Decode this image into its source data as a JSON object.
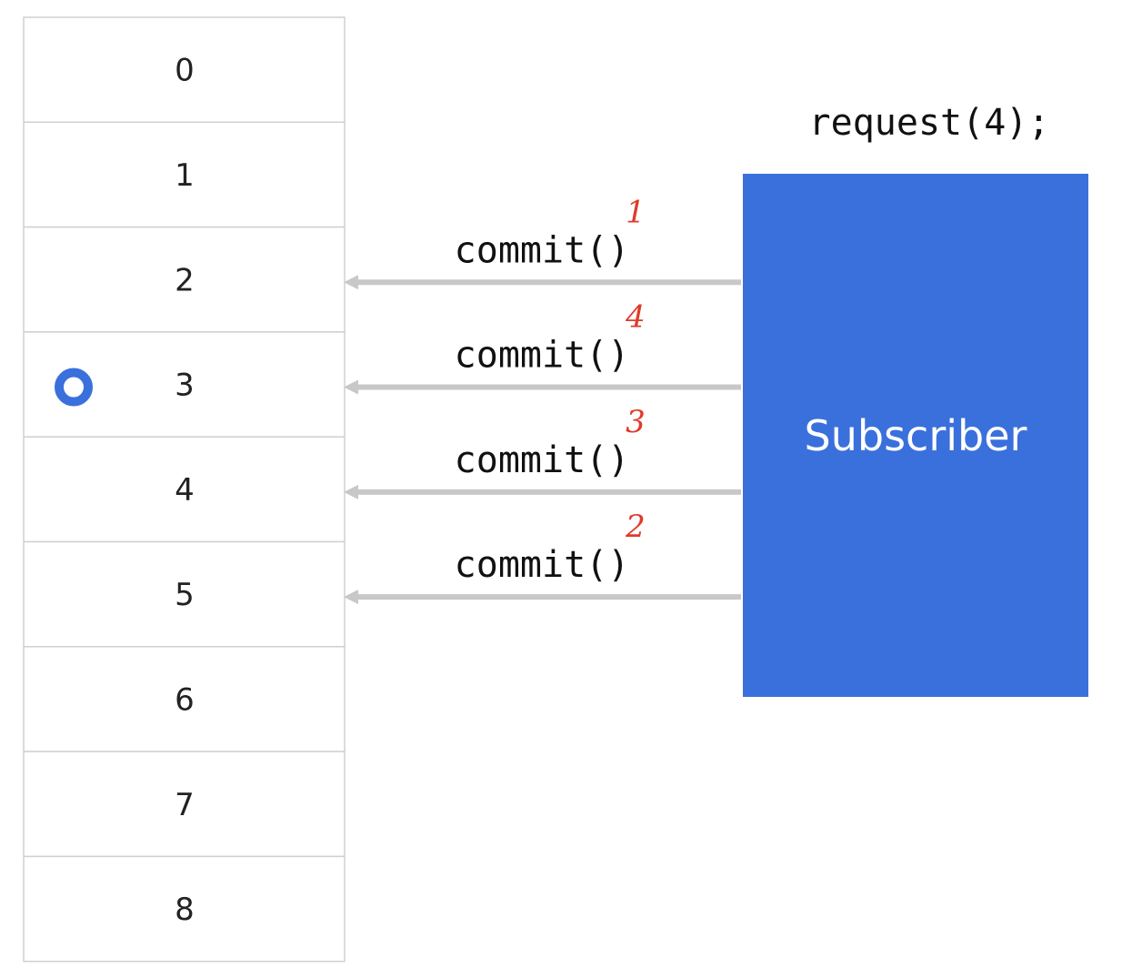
{
  "queue": {
    "cells": [
      "0",
      "1",
      "2",
      "3",
      "4",
      "5",
      "6",
      "7",
      "8"
    ],
    "marker_cell": "3"
  },
  "request_call": "request(4);",
  "subscriber": {
    "label": "Subscriber"
  },
  "commits": [
    {
      "target": "2",
      "label": "commit()",
      "order": "1"
    },
    {
      "target": "3",
      "label": "commit()",
      "order": "4"
    },
    {
      "target": "4",
      "label": "commit()",
      "order": "3"
    },
    {
      "target": "5",
      "label": "commit()",
      "order": "2"
    }
  ],
  "colors": {
    "subscriber_fill": "#3a70dc",
    "marker": "#3a70dc",
    "arrow": "#c8c8c8",
    "cell_border": "#d0d0d0",
    "order_number": "#e03a2a"
  }
}
